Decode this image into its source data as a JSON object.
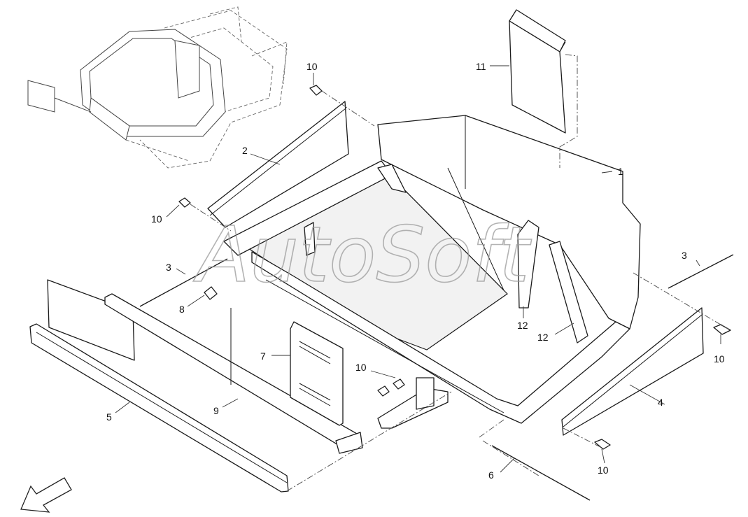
{
  "watermark": "AutoSoft",
  "callouts": [
    {
      "id": "c1",
      "text": "1"
    },
    {
      "id": "c2",
      "text": "2"
    },
    {
      "id": "c3a",
      "text": "3"
    },
    {
      "id": "c3b",
      "text": "3"
    },
    {
      "id": "c4",
      "text": "4"
    },
    {
      "id": "c5",
      "text": "5"
    },
    {
      "id": "c6",
      "text": "6"
    },
    {
      "id": "c7",
      "text": "7"
    },
    {
      "id": "c8",
      "text": "8"
    },
    {
      "id": "c9",
      "text": "9"
    },
    {
      "id": "c10a",
      "text": "10"
    },
    {
      "id": "c10b",
      "text": "10"
    },
    {
      "id": "c10c",
      "text": "10"
    },
    {
      "id": "c10d",
      "text": "10"
    },
    {
      "id": "c10e",
      "text": "10"
    },
    {
      "id": "c11",
      "text": "11"
    },
    {
      "id": "c12a",
      "text": "12"
    },
    {
      "id": "c12b",
      "text": "12"
    }
  ],
  "icons": {
    "direction_arrow": "front-direction-arrow-icon",
    "assembly_thumbnail": "assembly-overview-icon"
  },
  "colors": {
    "line": "#1a1a1a",
    "watermark": "#9a9a9a",
    "background": "#ffffff"
  }
}
